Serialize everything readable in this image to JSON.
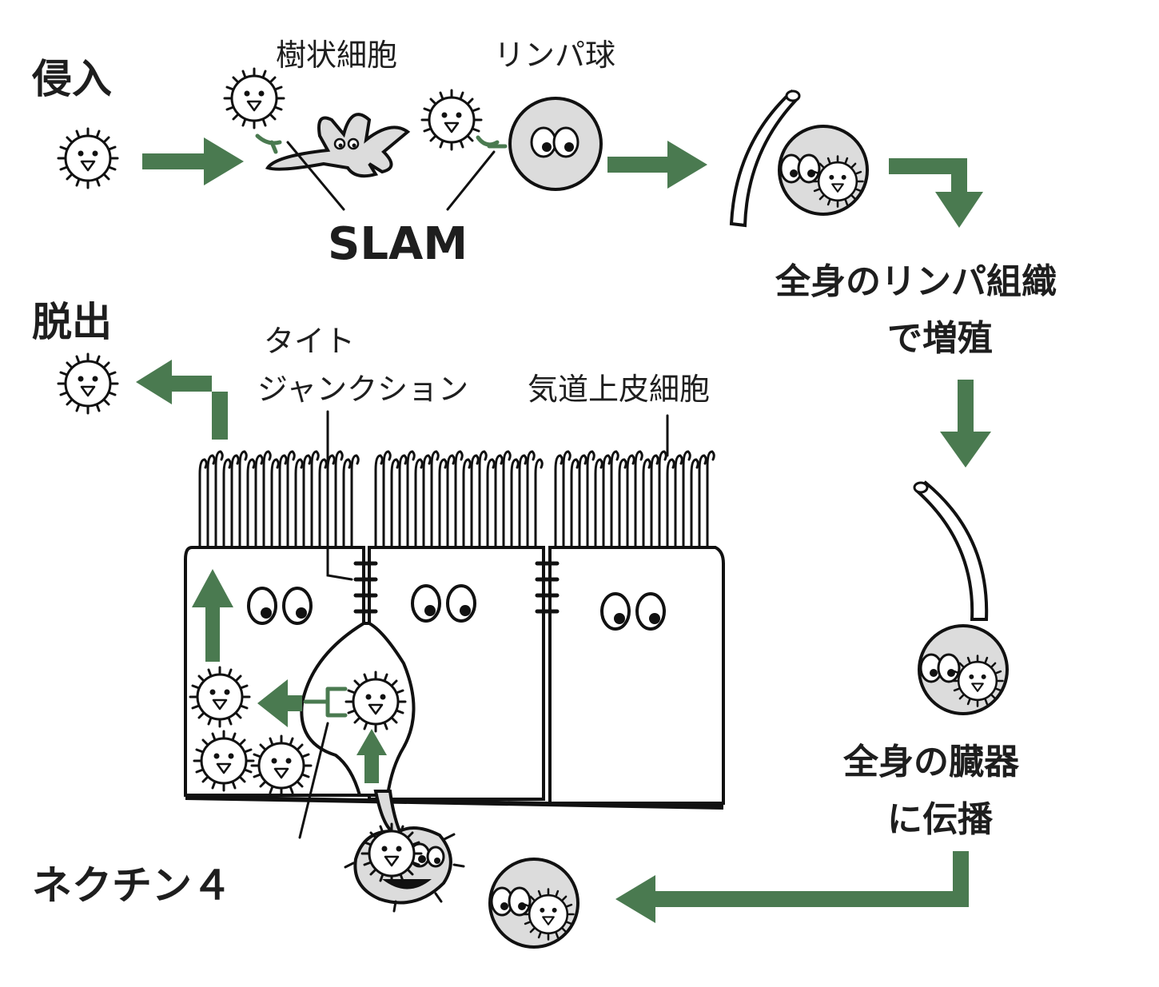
{
  "labels": {
    "invasion": "侵入",
    "dendritic_cell": "樹状細胞",
    "lymphocyte": "リンパ球",
    "slam": "SLAM",
    "systemic_lymph_1": "全身のリンパ組織",
    "systemic_lymph_2": "で増殖",
    "exit": "脱出",
    "tight_junction_1": "タイト",
    "tight_junction_2": "ジャンクション",
    "airway_epithelium": "気道上皮細胞",
    "organs_1": "全身の臓器",
    "organs_2": "に伝播",
    "nectin4": "ネクチン４"
  },
  "colors": {
    "arrow": "#4a7a50",
    "ink": "#111111",
    "cell_fill": "#dcdcdc",
    "virus_fill": "#ffffff"
  }
}
